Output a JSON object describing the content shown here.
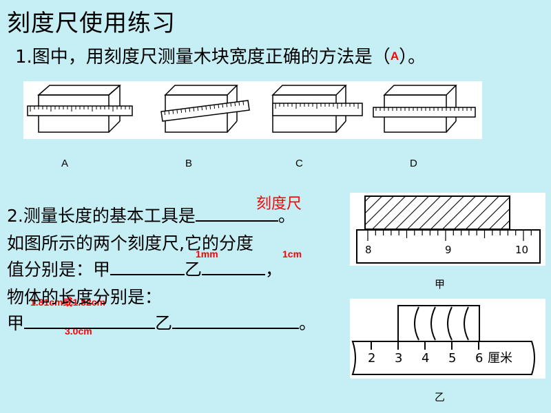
{
  "title": "刻度尺使用练习",
  "q1": {
    "text_before": "1.图中，用刻度尺测量木块宽度正确的方法是（",
    "answer": "A",
    "text_after": "）。",
    "options": [
      "A",
      "B",
      "C",
      "D"
    ]
  },
  "q2": {
    "line1_before": "2.测量长度的基本工具是",
    "line1_after": "。",
    "answer_tool": "刻度尺",
    "line2": "如图所示的两个刻度尺,它的分度",
    "line3_a": "值分别是：甲",
    "line3_b": "乙",
    "line3_c": "，",
    "answer_jia_div": "1mm",
    "answer_yi_div": "1cm",
    "line4": "物体的长度分别是：",
    "answer_jia_len": "1.81cm或1.82cm",
    "line5_a": "甲",
    "line5_b": "乙",
    "line5_c": "。",
    "answer_yi_len": "3.0cm"
  },
  "ruler_jia": {
    "ticks": [
      "8",
      "9",
      "10"
    ],
    "caption": "甲"
  },
  "ruler_yi": {
    "ticks": [
      "2",
      "3",
      "4",
      "5",
      "6"
    ],
    "unit": "厘米",
    "caption": "乙"
  },
  "colors": {
    "background": "#c6eef5",
    "answer": "#ff0000"
  }
}
